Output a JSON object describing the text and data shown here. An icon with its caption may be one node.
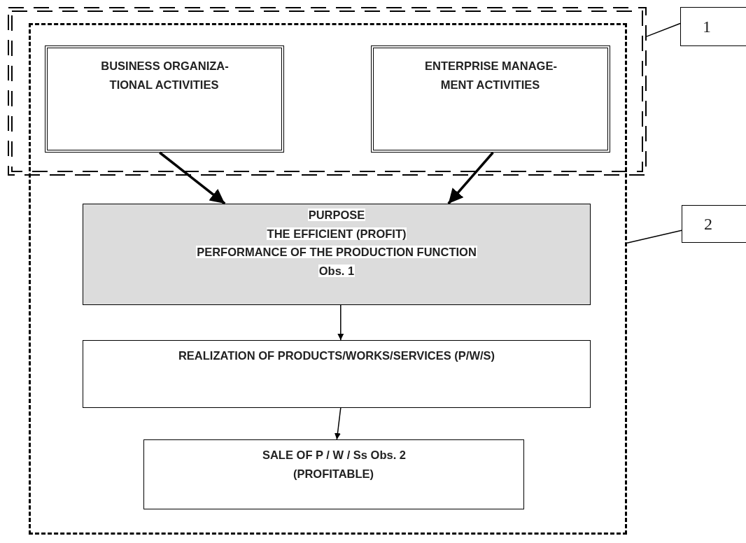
{
  "diagram": {
    "nodes": [
      {
        "text": [],
        "shape": "box"
      },
      {
        "text": [],
        "shape": "box"
      },
      {
        "text": [
          "1"
        ]
      },
      {
        "text": [
          "BUSINESS ORGANIZA- TIONAL ACTIVITIES"
        ],
        "in": 0
      },
      {
        "text": [
          "ENTERPRISE MANAGE- MENT ACTIVITIES"
        ],
        "in": 0
      },
      {
        "text": [
          "2"
        ]
      },
      {
        "text": [
          "PURPOSE",
          "THE EFFICIENT (PROFIT)",
          "PERFORMANCE OF THE PRODUCTION FUNCTION",
          "Obs. 1"
        ],
        "in": 1
      },
      {
        "text": [
          "REALIZATION OF PRODUCTS/WORKS/SERVICES (P/W/S)"
        ],
        "in": 1
      },
      {
        "text": [
          "SALE OF P / W / Ss Obs. 2 (PROFITABLE)"
        ],
        "in": 1
      }
    ],
    "edges": [
      {
        "from": 2,
        "to": 0,
        "arrow": "none"
      },
      {
        "from": 5,
        "to": 1,
        "arrow": "none"
      },
      {
        "from": 3,
        "to": 6,
        "arrow": "to",
        "style": "thick"
      },
      {
        "from": 4,
        "to": 6,
        "arrow": "to",
        "style": "thick"
      },
      {
        "from": 6,
        "to": 7,
        "arrow": "to"
      },
      {
        "from": 7,
        "to": 8,
        "arrow": "to"
      }
    ]
  }
}
